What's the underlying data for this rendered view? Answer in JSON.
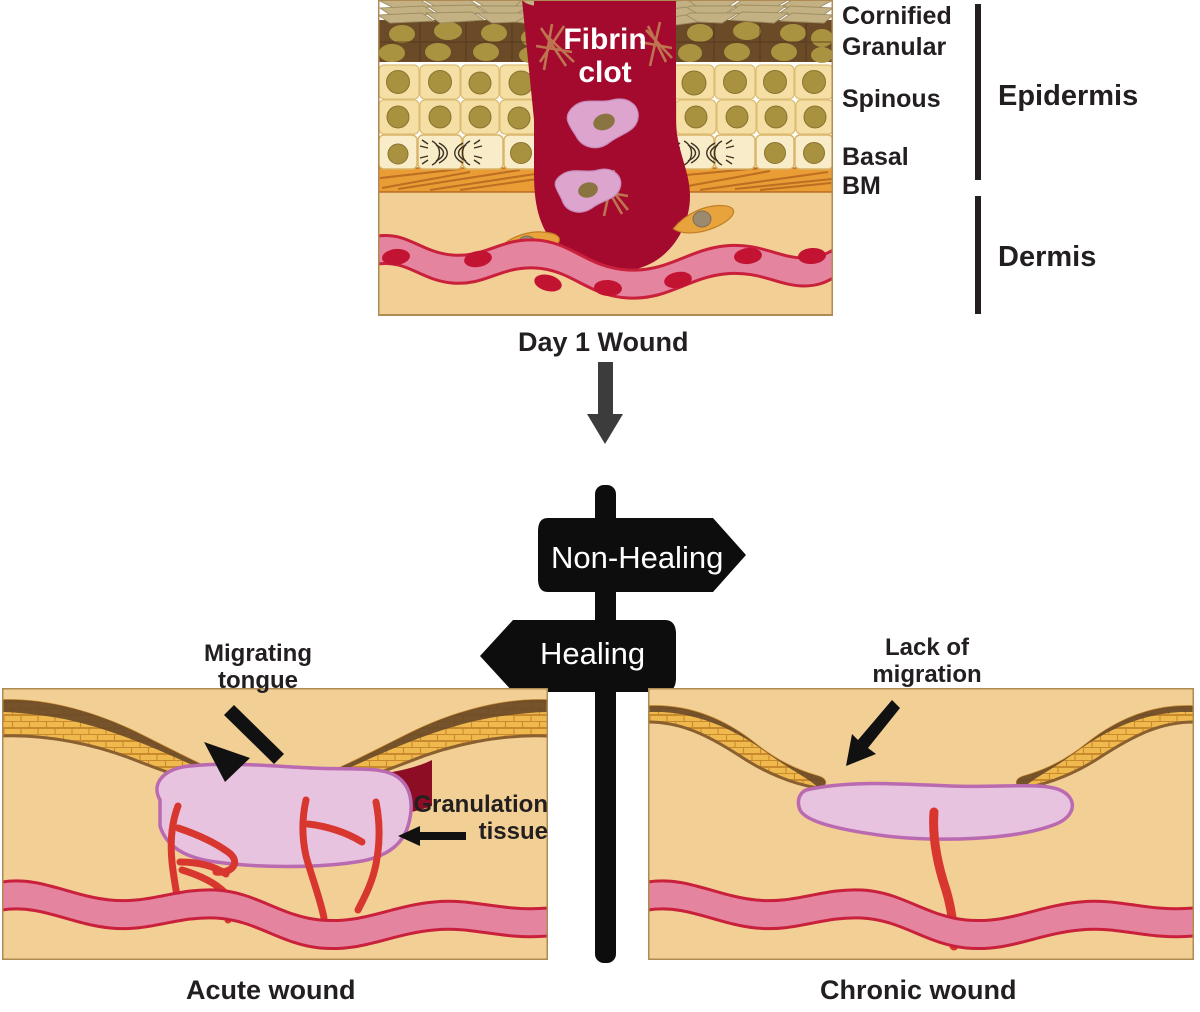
{
  "figure": {
    "title_top_panel": "Day 1 Wound",
    "clot_label": "Fibrin\nclot"
  },
  "strata_labels": [
    {
      "name": "cornified",
      "text": "Cornified"
    },
    {
      "name": "granular",
      "text": "Granular"
    },
    {
      "name": "spinous",
      "text": "Spinous"
    },
    {
      "name": "basal",
      "text": "Basal"
    },
    {
      "name": "basement-membrane",
      "text": "BM"
    }
  ],
  "region_labels": [
    {
      "name": "epidermis",
      "text": "Epidermis"
    },
    {
      "name": "dermis",
      "text": "Dermis"
    }
  ],
  "signpost": {
    "non_healing": "Non-Healing",
    "healing": "Healing"
  },
  "panels": {
    "acute": {
      "caption": "Acute wound",
      "callout_migrating": "Migrating\ntongue",
      "callout_granulation": "Granulation\ntissue"
    },
    "chronic": {
      "caption": "Chronic wound",
      "callout_lack": "Lack of\nmigration"
    }
  },
  "colors": {
    "dermis_fill": "#f2cf95",
    "dermis_stroke": "#b08a54",
    "epidermis_brick": "#efb94e",
    "epidermis_brick_stroke": "#c98a2e",
    "cornified_dark": "#6b4a28",
    "cornified_scale": "#c3b184",
    "granular_fill": "#6b4a28",
    "spinous_fill": "#f6dfa4",
    "basal_fill": "#f9ecc8",
    "nucleus": "#a8913f",
    "bm_fill": "#e99d34",
    "bm_fiber": "#b5661f",
    "clot_fill": "#a30a2e",
    "fibrin_strand": "#c07a52",
    "vessel_fill": "#e4849f",
    "vessel_stroke": "#c9203c",
    "rbc": "#c21432",
    "granulation_fill": "#e7c3e0",
    "granulation_stroke": "#b96ab0",
    "capillary": "#d8372f",
    "immune_cell": "#dda5cd",
    "fibroblast": "#e8a33c",
    "signpost": "#0d0d0d",
    "text": "#231f20"
  }
}
